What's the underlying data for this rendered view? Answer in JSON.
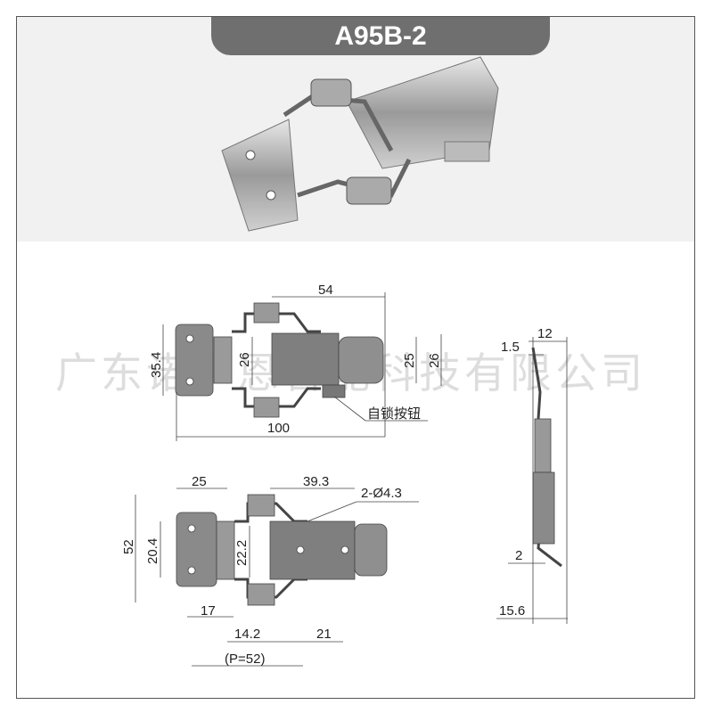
{
  "title": "A95B-2",
  "watermark": "广东诺卡恩智能科技有限公司",
  "top_view": {
    "width_54": "54",
    "height_35_4": "35.4",
    "spring_26": "26",
    "body_25": "25",
    "body_26": "26",
    "total_100": "100",
    "button_label": "自锁按钮"
  },
  "bottom_view": {
    "d25": "25",
    "d39_3": "39.3",
    "hole": "2-Ø4.3",
    "d52": "52",
    "d20_4": "20.4",
    "d22_2": "22.2",
    "d17": "17",
    "d14_2": "14.2",
    "d21": "21",
    "pitch": "(P=52)"
  },
  "side_view": {
    "d12": "12",
    "d1_5": "1.5",
    "d2": "2",
    "d15_6": "15.6"
  },
  "colors": {
    "pill": "#6f6f6f",
    "metal": "#8a8a8a",
    "photo_bg": "#f1f1f1"
  }
}
